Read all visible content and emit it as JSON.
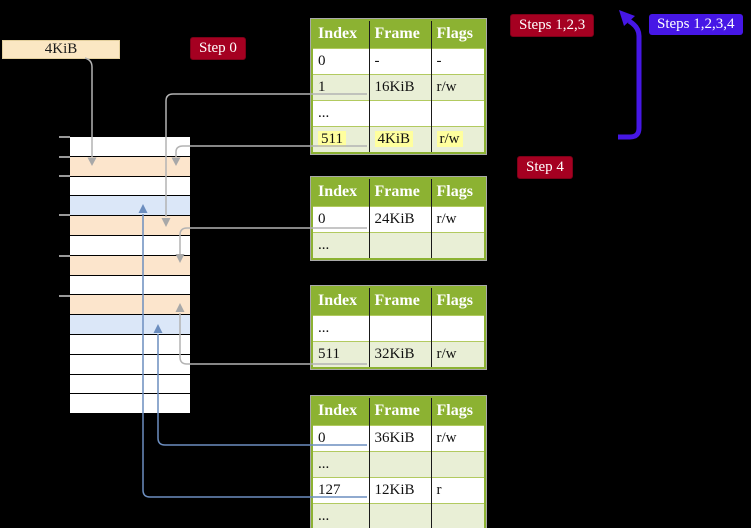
{
  "labels": {
    "page_size_box": "4KiB",
    "step0": "Step 0",
    "steps123": "Steps 1,2,3",
    "steps1234": "Steps 1,2,3,4",
    "step4": "Step 4"
  },
  "memory_stack": {
    "rows": [
      "white",
      "peach",
      "white",
      "blue",
      "peach",
      "white",
      "peach",
      "white",
      "peach",
      "blue",
      "white",
      "white",
      "white",
      "white"
    ],
    "tick_tops": [
      136,
      156,
      175,
      214,
      255,
      295
    ]
  },
  "table_headers": [
    "Index",
    "Frame",
    "Flags"
  ],
  "tables": [
    {
      "name": "page-table-1",
      "rows": [
        {
          "cells": [
            "0",
            "-",
            "-"
          ]
        },
        {
          "cells": [
            "1",
            "16KiB",
            "r/w"
          ]
        },
        {
          "cells": [
            "...",
            "",
            ""
          ]
        },
        {
          "cells": [
            "511",
            "4KiB",
            "r/w"
          ],
          "highlight": true
        }
      ]
    },
    {
      "name": "page-table-2",
      "rows": [
        {
          "cells": [
            "0",
            "24KiB",
            "r/w"
          ]
        },
        {
          "cells": [
            "...",
            "",
            ""
          ]
        }
      ]
    },
    {
      "name": "page-table-3",
      "rows": [
        {
          "cells": [
            "...",
            "",
            ""
          ]
        },
        {
          "cells": [
            "511",
            "32KiB",
            "r/w"
          ]
        }
      ]
    },
    {
      "name": "page-table-4",
      "rows": [
        {
          "cells": [
            "0",
            "36KiB",
            "r/w"
          ]
        },
        {
          "cells": [
            "...",
            "",
            ""
          ]
        },
        {
          "cells": [
            "127",
            "12KiB",
            "r"
          ]
        },
        {
          "cells": [
            "...",
            "",
            ""
          ]
        }
      ]
    }
  ],
  "arrows": [
    {
      "name": "arrow-4kib-box-to-frame",
      "color": "gray",
      "from": "4KiB box",
      "to": "memory row 2 (4KiB frame)"
    },
    {
      "name": "arrow-t1-row1-to-16kib",
      "color": "gray",
      "from": "page-table-1 index 1",
      "to": "memory row 5 (16KiB frame)"
    },
    {
      "name": "arrow-t1-row511-to-4kib",
      "color": "gray",
      "from": "page-table-1 index 511",
      "to": "memory row 2 (4KiB frame)"
    },
    {
      "name": "arrow-t2-row0-to-24kib",
      "color": "gray",
      "from": "page-table-2 index 0",
      "to": "memory row 7 (24KiB frame)"
    },
    {
      "name": "arrow-t3-row511-to-32kib",
      "color": "gray",
      "from": "page-table-3 index 511",
      "to": "memory row 9 (32KiB frame)"
    },
    {
      "name": "arrow-t4-row0-to-36kib",
      "color": "blue",
      "from": "page-table-4 index 0",
      "to": "memory row 10 (36KiB frame)"
    },
    {
      "name": "arrow-t4-row127-to-12kib",
      "color": "blue",
      "from": "page-table-4 index 127",
      "to": "memory row 4 (12KiB frame)"
    },
    {
      "name": "arrow-steps-up-to-table1",
      "color": "violet",
      "from": "page-table-1 row 511",
      "to": "top of page-table-1"
    }
  ],
  "colors": {
    "crimson": "#a50021",
    "violet": "#4617e6",
    "tan": "#fbe7c3",
    "peach": "#fce5cc",
    "lblue": "#dbe7f8",
    "tgreen": "#8cb232",
    "lgreen": "#e9efd6",
    "rowline": "#b2ca60",
    "yellow": "#ffff9e",
    "grayline": "#b3b3b3",
    "grayhead": "#a8a8a8",
    "bluearrow": "#6c8ebf",
    "tick": "#9a9a9a"
  }
}
